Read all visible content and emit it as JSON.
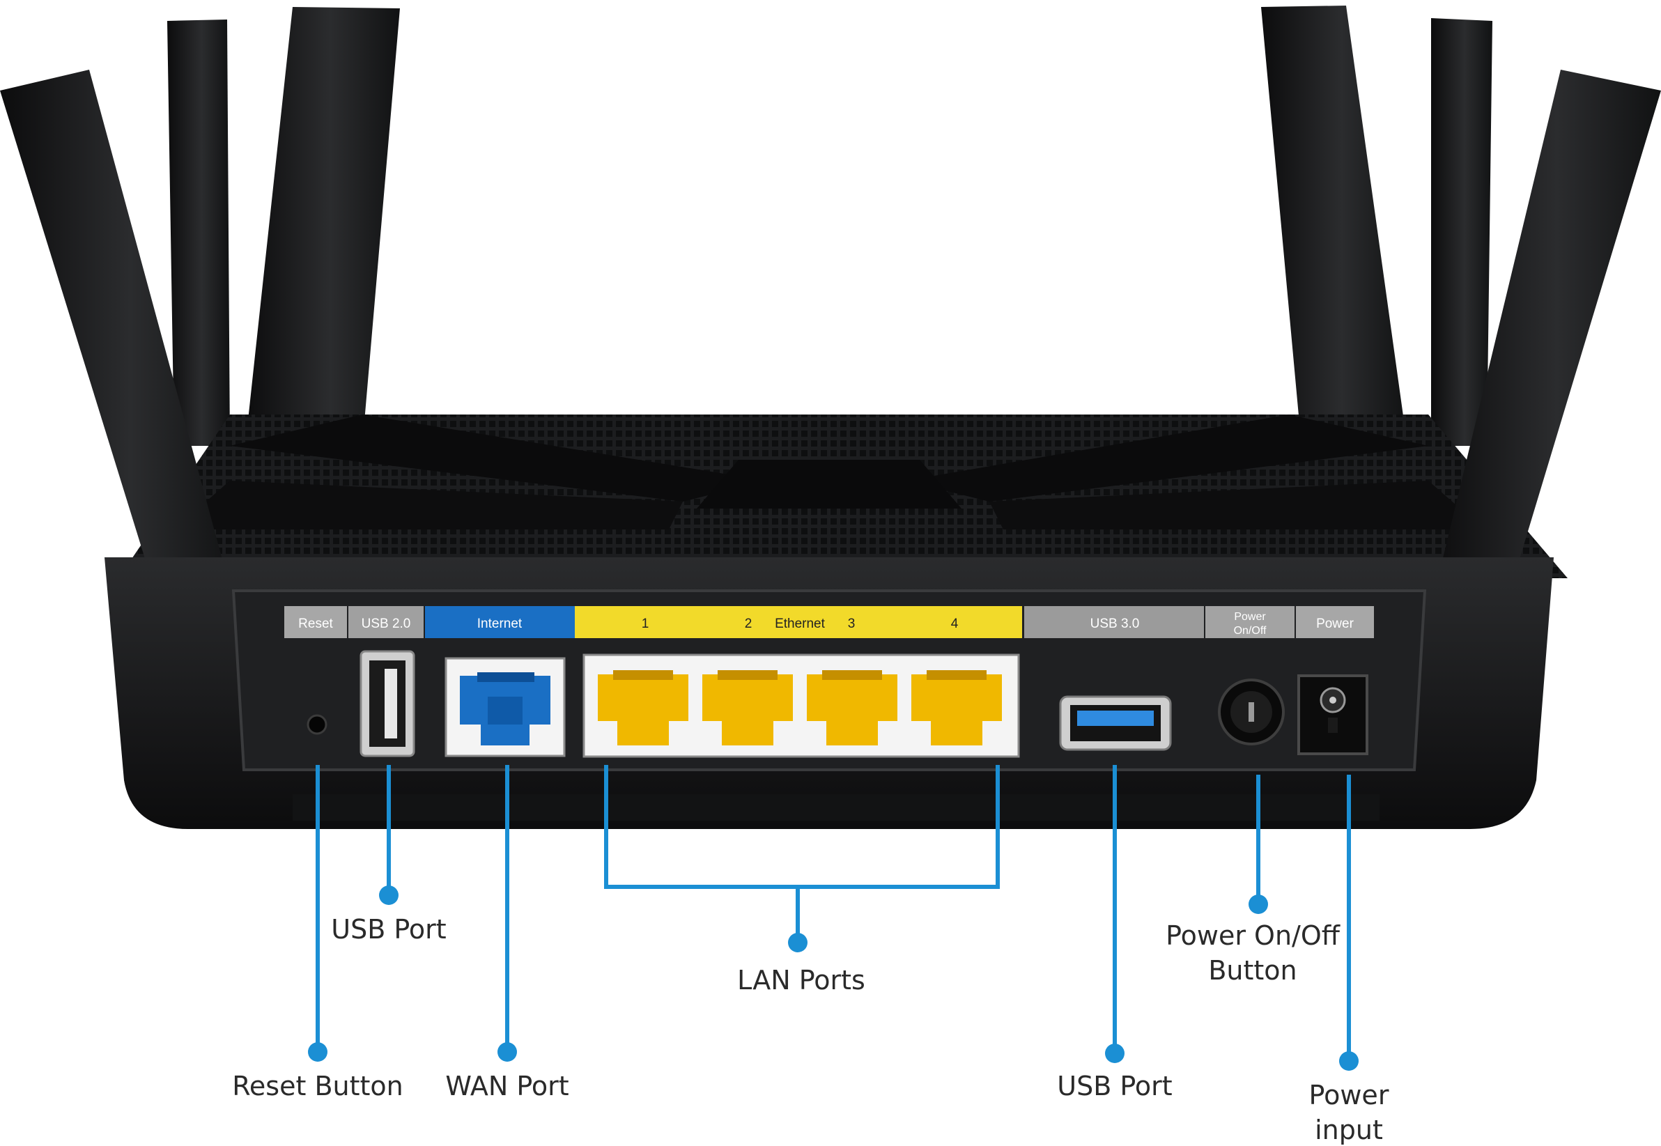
{
  "colors": {
    "callout_blue": "#1b8fd4",
    "wan_blue": "#1a6fc4",
    "lan_yellow": "#f2da2a",
    "port_yellow": "#f0b800",
    "strip_grey": "#9b9b9b",
    "body_black": "#151617"
  },
  "port_strip": {
    "reset": "Reset",
    "usb2": "USB 2.0",
    "internet": "Internet",
    "lan1": "1",
    "lan2": "2",
    "ethernet": "Ethernet",
    "lan3": "3",
    "lan4": "4",
    "usb3": "USB 3.0",
    "power_onoff_1": "Power",
    "power_onoff_2": "On/Off",
    "power": "Power"
  },
  "callouts": {
    "usb_port_left": "USB Port",
    "reset_button": "Reset Button",
    "wan_port": "WAN Port",
    "lan_ports": "LAN Ports",
    "usb_port_right": "USB Port",
    "power_onoff_line1": "Power On/Off",
    "power_onoff_line2": "Button",
    "power_input_line1": "Power",
    "power_input_line2": "input"
  },
  "icons": {
    "usb2": "usb-a-port-icon",
    "wan": "rj45-blue-port-icon",
    "lan": "rj45-yellow-port-icon",
    "usb3": "usb3-port-icon",
    "power_switch": "power-button-icon",
    "power_jack": "dc-power-jack-icon",
    "reset": "reset-pinhole-icon"
  }
}
